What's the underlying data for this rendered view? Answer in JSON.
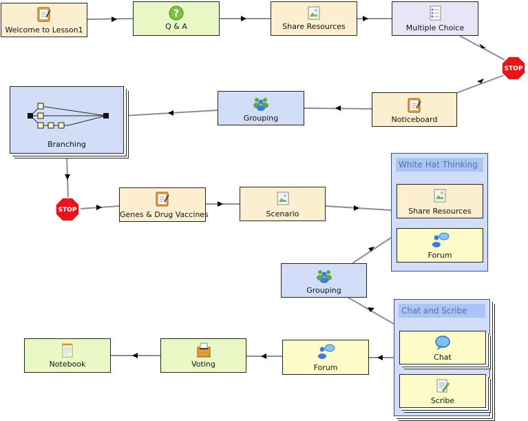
{
  "nodes": {
    "welcome": "Welcome to Lesson1",
    "qa": "Q & A",
    "share1": "Share Resources",
    "mc": "Multiple Choice",
    "noticeboard": "Noticeboard",
    "grouping1": "Grouping",
    "branching": "Branching",
    "genes": "Genes & Drug Vaccines",
    "scenario": "Scenario",
    "grouping2": "Grouping",
    "forum_main": "Forum",
    "voting": "Voting",
    "notebook": "Notebook"
  },
  "groups": {
    "white_hat": {
      "title": "White Hat Thinking",
      "items": [
        "Share Resources",
        "Forum"
      ]
    },
    "chat_scribe": {
      "title": "Chat and Scribe",
      "items": [
        "Chat",
        "Scribe"
      ]
    }
  },
  "stops": [
    "STOP",
    "STOP"
  ],
  "colors": {
    "edge": "#8a8aa0",
    "arrow": "#000000",
    "stop": "#e8141c",
    "beige": "#fcefcf",
    "green": "#e9f8c4",
    "lavender": "#e6e6f6",
    "blue": "#d2def8",
    "yellow": "#fdfcc8"
  },
  "icons": {
    "welcome": "notebook-pencil-icon",
    "qa": "question-icon",
    "share1": "resource-image-icon",
    "mc": "checklist-icon",
    "noticeboard": "notebook-pencil-icon",
    "grouping": "people-group-icon",
    "forum": "people-chat-icon",
    "chat": "chat-bubble-icon",
    "scribe": "scribe-pen-icon",
    "voting": "ballot-box-icon",
    "notebook": "notepad-icon"
  }
}
